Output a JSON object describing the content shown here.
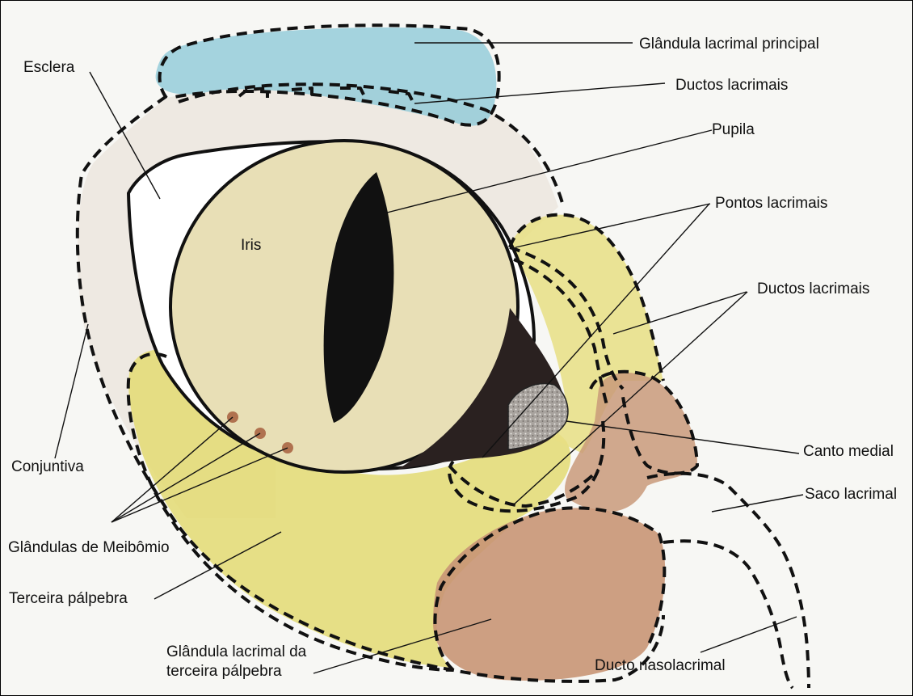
{
  "labels": {
    "glandula_lacrimal_principal": "Glândula lacrimal principal",
    "ductos_lacrimais_top": "Ductos lacrimais",
    "esclera": "Esclera",
    "pupila": "Pupila",
    "iris": "Iris",
    "pontos_lacrimais": "Pontos lacrimais",
    "ductos_lacrimais_right": "Ductos lacrimais",
    "conjuntiva": "Conjuntiva",
    "canto_medial": "Canto medial",
    "saco_lacrimal": "Saco lacrimal",
    "glandulas_de_meibomio": "Glândulas de Meibômio",
    "terceira_palpebra": "Terceira pálpebra",
    "glandula_lacrimal_terceira_palpebra": "Glândula lacrimal da terceira pálpebra",
    "ducto_nasolacrimal": "Ducto nasolacrimal"
  },
  "colors": {
    "lacrimal_gland": "#8ec9d8",
    "iris": "#e8dfb6",
    "pupil": "#111111",
    "third_eyelid": "#e3da72",
    "third_eyelid_gland": "#c89575",
    "lacrimal_sac_region": "#c99a7a",
    "canto_medial": "#9a9590",
    "background": "#f7f7f4"
  }
}
